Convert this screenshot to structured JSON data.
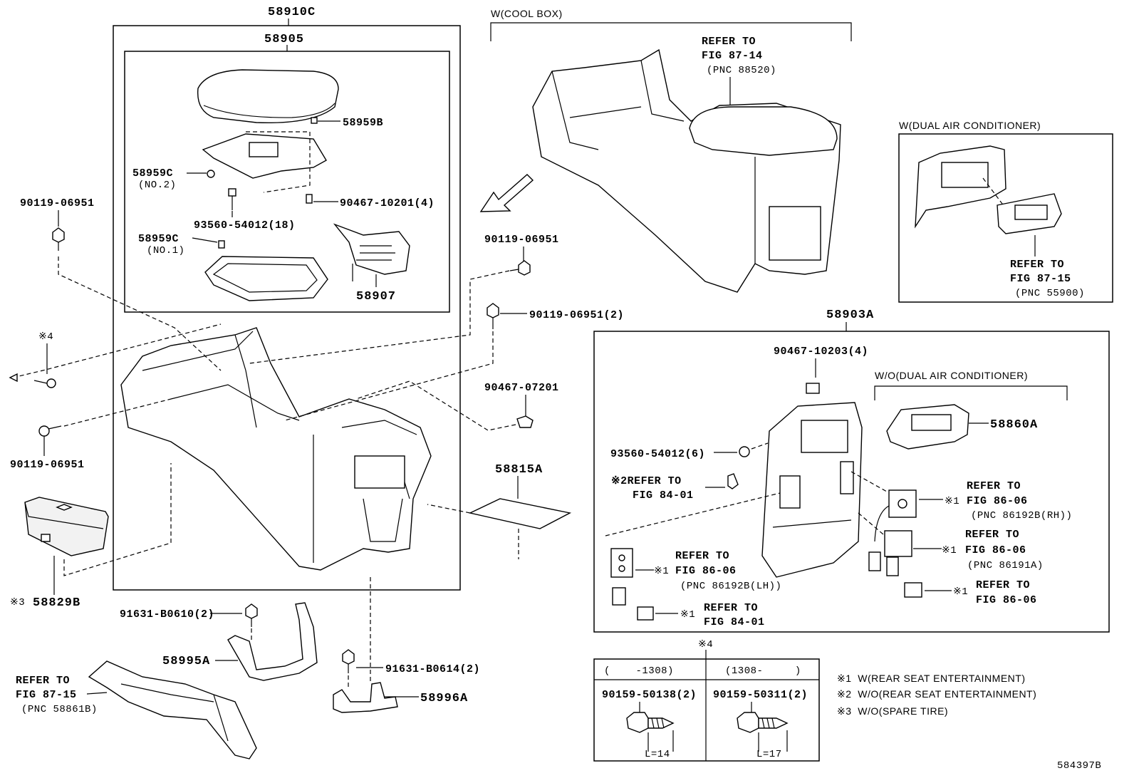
{
  "labels": {
    "p58910C": "58910C",
    "p58905": "58905",
    "p58959B": "58959B",
    "p58959C_a": "58959C",
    "no2": "(NO.2)",
    "p58959C_b": "58959C",
    "no1": "(NO.1)",
    "p90467_10201": "90467-10201(4)",
    "p93560_54012_18": "93560-54012(18)",
    "p58907": "58907",
    "p90119_a": "90119-06951",
    "p90119_b": "90119-06951",
    "p90119_c": "90119-06951",
    "p90119_d": "90119-06951(2)",
    "mark4_left": "※4",
    "p90467_07201": "90467-07201",
    "p58815A": "58815A",
    "p58829B": "58829B",
    "mark3": "※3",
    "p91631_B0610": "91631-B0610(2)",
    "p58995A": "58995A",
    "p91631_B0614": "91631-B0614(2)",
    "p58996A": "58996A",
    "ref_8715_a": "REFER TO",
    "ref_8715_b": "FIG 87-15",
    "ref_8715_c": "(PNC 58861B)",
    "cool_box": "W(COOL BOX)",
    "ref_8714_a": "REFER TO",
    "ref_8714_b": "FIG 87-14",
    "ref_8714_c": "(PNC 88520)",
    "dual_ac": "W(DUAL AIR CONDITIONER)",
    "ref_8715b_a": "REFER TO",
    "ref_8715b_b": "FIG 87-15",
    "ref_8715b_c": "(PNC 55900)",
    "p58903A": "58903A",
    "p90467_10203": "90467-10203(4)",
    "wo_dual_ac": "W/O(DUAL AIR CONDITIONER)",
    "p58860A": "58860A",
    "p93560_54012_6": "93560-54012(6)",
    "m2_ref": "※2REFER TO",
    "m2_fig": "FIG 84-01",
    "m1a_ref": "REFER TO",
    "m1a_mark": "※1",
    "m1a_fig": "FIG 86-06",
    "m1a_pnc": "(PNC 86192B(RH))",
    "m1b_ref": "REFER TO",
    "m1b_mark": "※1",
    "m1b_fig": "FIG 86-06",
    "m1b_pnc": "(PNC 86191A)",
    "m1c_ref": "REFER TO",
    "m1c_mark": "※1",
    "m1c_fig": "FIG 86-06",
    "m1c_pnc": "(PNC 86192B(LH))",
    "m1d_ref": "REFER TO",
    "m1d_mark": "※1",
    "m1d_fig": "FIG 86-06",
    "m1e_ref": "REFER TO",
    "m1e_mark": "※1",
    "m1e_fig": "FIG 84-01",
    "mark4_table": "※4",
    "table_col1_hdr": "(    -1308)",
    "table_col2_hdr": "(1308-     )",
    "table_col1_pn": "90159-50138(2)",
    "table_col2_pn": "90159-50311(2)",
    "table_col1_len": "L=14",
    "table_col2_len": "L=17",
    "legend1": "※1  W(REAR SEAT ENTERTAINMENT)",
    "legend2": "※2  W/O(REAR SEAT ENTERTAINMENT)",
    "legend3": "※3  W/O(SPARE TIRE)",
    "figure_id": "584397B"
  }
}
